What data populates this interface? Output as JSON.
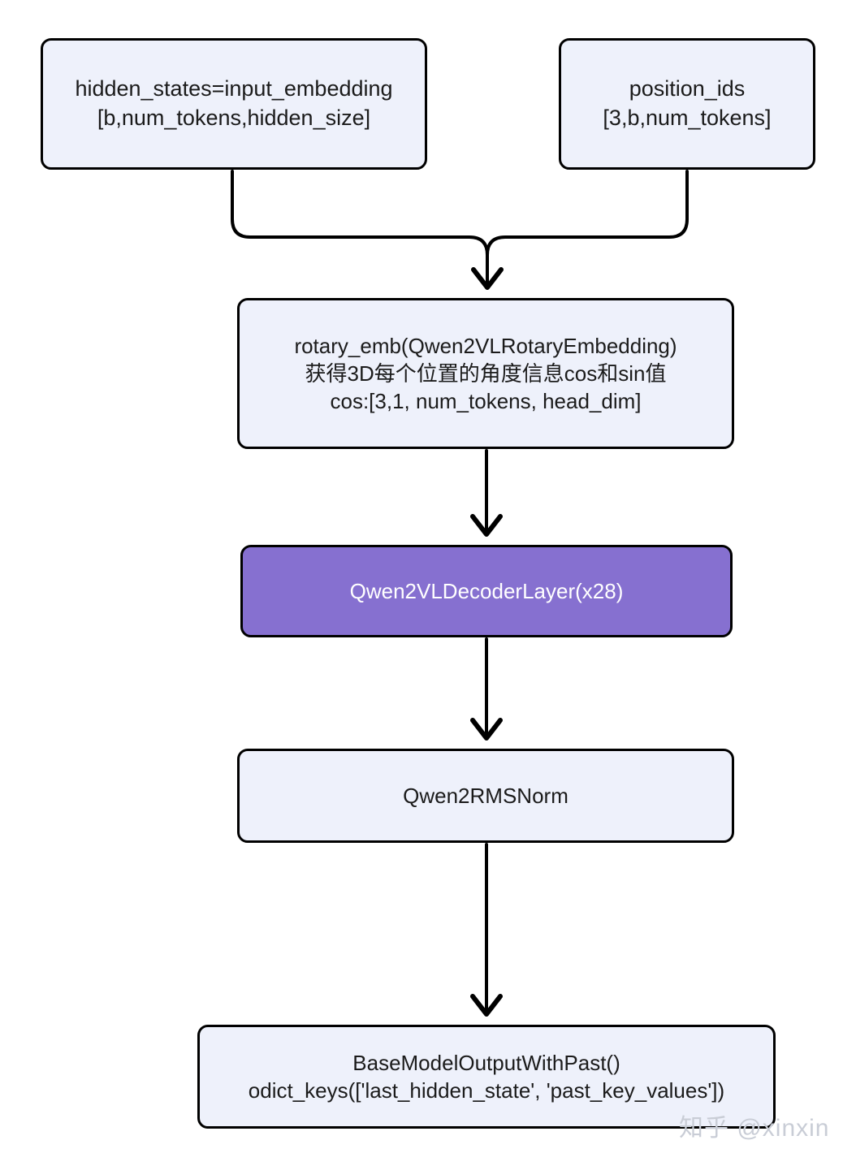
{
  "diagram": {
    "title": "Qwen2VL text model forward flow",
    "colors": {
      "node_fill": "#eef1fb",
      "node_border": "#000000",
      "accent_fill": "#8670d0",
      "accent_text": "#ffffff",
      "edge": "#000000",
      "watermark": "#c9cdd6"
    },
    "nodes": {
      "hidden_states": {
        "lines": [
          "hidden_states=input_embedding",
          "[b,num_tokens,hidden_size]"
        ]
      },
      "position_ids": {
        "lines": [
          "position_ids",
          "[3,b,num_tokens]"
        ]
      },
      "rotary_emb": {
        "lines": [
          "rotary_emb(Qwen2VLRotaryEmbedding)",
          "获得3D每个位置的角度信息cos和sin值",
          "cos:[3,1, num_tokens, head_dim]"
        ]
      },
      "decoder_layer": {
        "lines": [
          "Qwen2VLDecoderLayer(x28)"
        ]
      },
      "rmsnorm": {
        "lines": [
          "Qwen2RMSNorm"
        ]
      },
      "output": {
        "lines": [
          "BaseModelOutputWithPast()",
          "odict_keys(['last_hidden_state', 'past_key_values'])"
        ]
      }
    },
    "watermark": {
      "text": "知乎 @xinxin"
    }
  }
}
